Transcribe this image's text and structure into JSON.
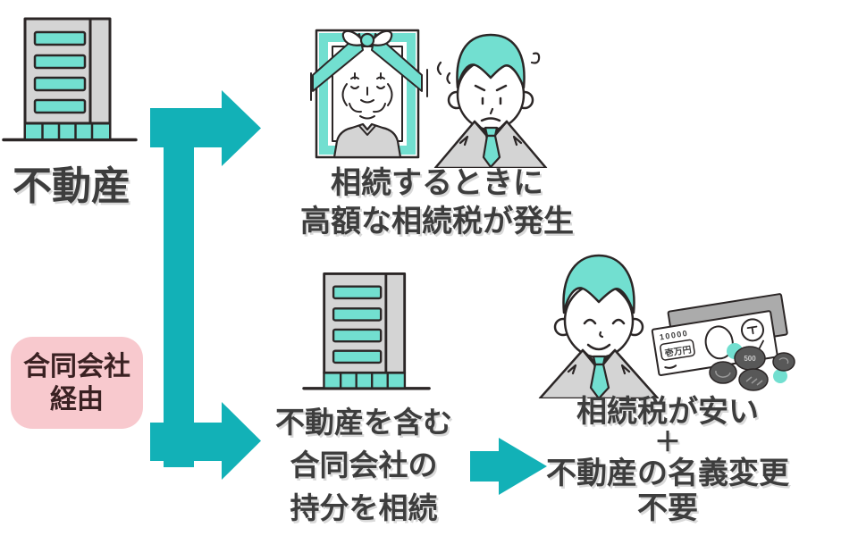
{
  "colors": {
    "background": "#ffffff",
    "teal": "#12b1b7",
    "teal_light": "#72dfd0",
    "gray_fill": "#d4d4d4",
    "outline": "#2b2626",
    "ink": "#3d3d3d",
    "badge_bg": "#f8c9ce",
    "badge_ink": "#3a2122"
  },
  "source": {
    "label": "不動産"
  },
  "badge": {
    "line1": "合同会社",
    "line2": "経由"
  },
  "top_outcome": {
    "line1": "相続するときに",
    "line2": "高額な相続税が発生"
  },
  "mid_step": {
    "line1": "不動産を含む",
    "line2": "合同会社の",
    "line3": "持分を相続"
  },
  "right_outcome": {
    "line1": "相続税が安い",
    "line2": "＋",
    "line3": "不動産の名義変更",
    "line4": "不要"
  },
  "money": {
    "amount": "10000",
    "note_label": "壱万円",
    "coin_label": "500"
  },
  "icons": [
    "real-estate-building-icon",
    "branch-arrow-icon",
    "funeral-portrait-icon",
    "sad-heir-icon",
    "llc-building-icon",
    "flow-arrow-icon",
    "happy-heir-icon",
    "money-icon"
  ]
}
